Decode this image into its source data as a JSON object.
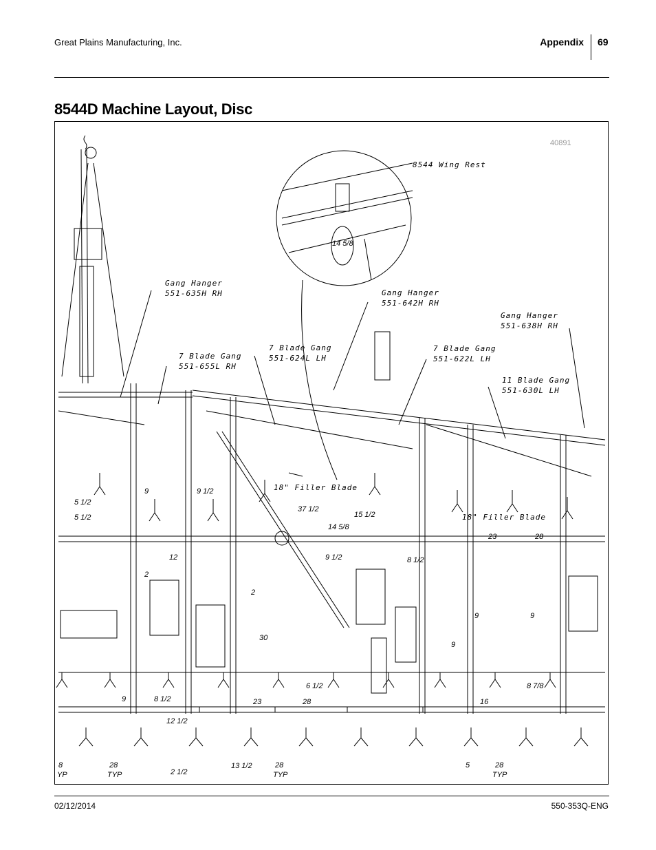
{
  "header": {
    "company": "Great Plains Manufacturing, Inc.",
    "section": "Appendix",
    "page_number": "69"
  },
  "page_title": "8544D Machine Layout, Disc",
  "figure": {
    "figure_id": "40891",
    "callouts": {
      "wing_rest": "8544 Wing Rest",
      "gang_hanger_1_name": "Gang Hanger",
      "gang_hanger_1_part": "551-635H RH",
      "gang_hanger_2_name": "Gang Hanger",
      "gang_hanger_2_part": "551-642H RH",
      "gang_hanger_3_name": "Gang Hanger",
      "gang_hanger_3_part": "551-638H RH",
      "gang_a_name": "7 Blade Gang",
      "gang_a_part": "551-655L RH",
      "gang_b_name": "7 Blade Gang",
      "gang_b_part": "551-624L LH",
      "gang_c_name": "7 Blade Gang",
      "gang_c_part": "551-622L LH",
      "gang_d_name": "11 Blade Gang",
      "gang_d_part": "551-630L LH",
      "filler_blade_1": "18\" Filler Blade",
      "filler_blade_2": "18\" Filler Blade"
    },
    "dimensions": {
      "d_14_5_8": "14 5/8",
      "d_5_1_2": "5 1/2",
      "d_5_1_2_b": "5 1/2",
      "d_9_a": "9",
      "d_9_1_2_a": "9 1/2",
      "d_37_1_2": "37 1/2",
      "d_15_1_2": "15 1/2",
      "d_14_5_8_b": "14 5/8",
      "d_23_a": "23",
      "d_28_a": "28",
      "d_12": "12",
      "d_2_a": "2",
      "d_9_1_2_b": "9 1/2",
      "d_8_1_2": "8 1/2",
      "d_2_b": "2",
      "d_30": "30",
      "d_9_b": "9",
      "d_9_c": "9",
      "d_9_d": "9",
      "d_6_1_2": "6 1/2",
      "d_8_7_8": "8 7/8",
      "d_9_e": "9",
      "d_8_1_2_b": "8 1/2",
      "d_23_b": "23",
      "d_28_b": "28",
      "d_16": "16",
      "d_12_1_2": "12 1/2",
      "d_8_left": "8",
      "d_yp": "YP",
      "d_28_c": "28",
      "d_typ_a": "TYP",
      "d_2_1_2": "2 1/2",
      "d_13_1_2": "13 1/2",
      "d_28_d": "28",
      "d_typ_b": "TYP",
      "d_5": "5",
      "d_28_e": "28",
      "d_typ_c": "TYP"
    }
  },
  "footer": {
    "date": "02/12/2014",
    "doc_number": "550-353Q-ENG"
  }
}
